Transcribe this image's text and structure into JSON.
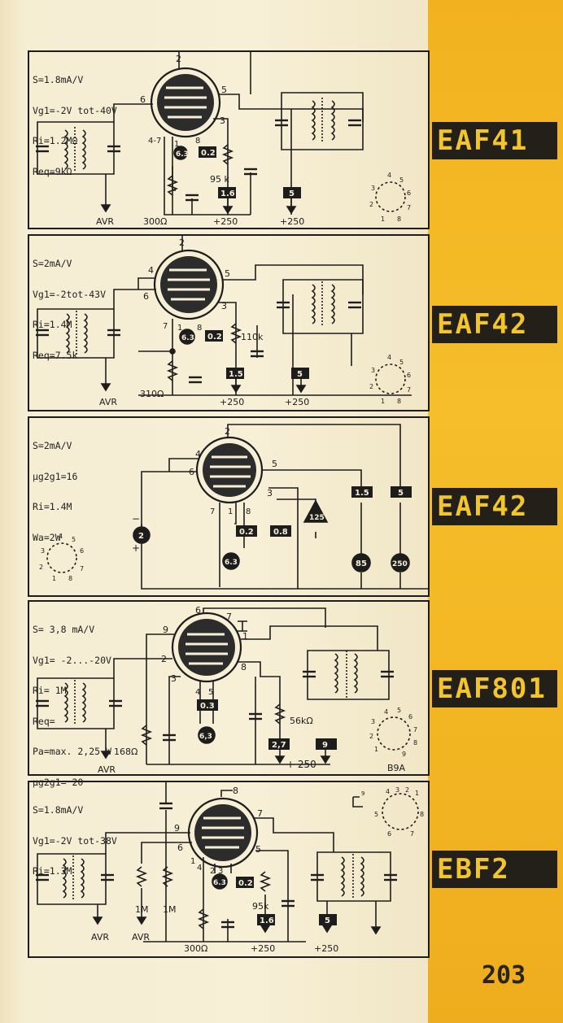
{
  "page_number": "203",
  "panels": [
    {
      "tube_label": "EAF41",
      "params": [
        "S=1.8mA/V",
        "Vg1=-2V tot-40V",
        "Ri=1.2MΩ",
        "Req=9kΩ"
      ],
      "pins": {
        "p1": "2",
        "p2": "6",
        "p3": "5",
        "p4": "3",
        "p5": "4-7",
        "p6": "1",
        "p7": "8"
      },
      "values": {
        "heater": "6.3",
        "current": "0.2",
        "resistor_r": "95 k",
        "v1": "1.6",
        "v2": "5",
        "resistor_k": "300Ω",
        "supply1": "+250",
        "supply2": "+250",
        "agc": "AVR"
      },
      "socket_pins": [
        "4",
        "5",
        "3",
        "6",
        "2",
        "7",
        "1",
        "8"
      ]
    },
    {
      "tube_label": "EAF42",
      "params": [
        "S=2mA/V",
        "Vg1=-2tot-43V",
        "Ri=1.4M",
        "Req=7.5k"
      ],
      "pins": {
        "p1": "2",
        "p2": "4",
        "p3": "6",
        "p4": "5",
        "p5": "3",
        "p6": "7",
        "p7": "1",
        "p8": "8"
      },
      "values": {
        "heater": "6.3",
        "current": "0.2",
        "resistor_r": "110k",
        "v1": "1.5",
        "v2": "5",
        "resistor_k": "310Ω",
        "supply1": "+250",
        "supply2": "+250",
        "agc": "AVR"
      },
      "socket_pins": [
        "4",
        "5",
        "3",
        "6",
        "2",
        "7",
        "1",
        "8"
      ]
    },
    {
      "tube_label": "EAF42",
      "params": [
        "S=2mA/V",
        "μg2g1=16",
        "Ri=1.4M",
        "Wa=2W"
      ],
      "pins": {
        "p1": "2",
        "p2": "4",
        "p3": "6",
        "p4": "5",
        "p5": "3",
        "p6": "7",
        "p7": "1",
        "p8": "8"
      },
      "values": {
        "m1": "2",
        "v_a": "1.5",
        "v_b": "5",
        "v_c": "0.2",
        "v_d": "0.8",
        "tri": "125",
        "heater": "6.3",
        "b1": "85",
        "b2": "250",
        "minus": "−",
        "plus": "+"
      },
      "socket_pins": [
        "4",
        "5",
        "3",
        "6",
        "2",
        "7",
        "1",
        "8"
      ]
    },
    {
      "tube_label": "EAF801",
      "params": [
        "S= 3,8 mA/V",
        "Vg1= -2...-20V",
        "Ri= 1M",
        "Req=",
        "Pa=max. 2,25 W",
        "μg2g1= 20"
      ],
      "pins": {
        "p1": "6",
        "p2": "7",
        "p3": "9",
        "p4": "1",
        "p5": "2",
        "p6": "3",
        "p7": "8",
        "p8": "4",
        "p9": "5"
      },
      "values": {
        "current": "0.3",
        "heater": "6,3",
        "resistor_r": "56kΩ",
        "v1": "2,7",
        "v2": "9",
        "resistor_k": "168Ω",
        "supply": "+ 250",
        "agc": "AVR",
        "base": "B9A"
      },
      "socket_pins": [
        "4",
        "5",
        "6",
        "3",
        "7",
        "2",
        "8",
        "1",
        "9"
      ]
    },
    {
      "tube_label": "EBF2",
      "params": [
        "S=1.8mA/V",
        "Vg1=-2V tot-38V",
        "Ri=1.3M"
      ],
      "pins": {
        "p1": "8",
        "p2": "7",
        "p3": "9",
        "p4": "6",
        "p5": "1",
        "p6": "4",
        "p7": "2",
        "p8": "3",
        "p9": "5"
      },
      "values": {
        "heater": "6.3",
        "current": "0.2",
        "resistor_r": "95k",
        "v1": "1.6",
        "v2": "5",
        "resistor_k": "300Ω",
        "r_a": "1M",
        "r_b": "1M",
        "supply1": "+250",
        "supply2": "+250",
        "agc1": "AVR",
        "agc2": "AVR",
        "sup9": "9"
      },
      "socket_pins": [
        "4",
        "3",
        "2",
        "1",
        "5",
        "8",
        "6",
        "7"
      ]
    }
  ]
}
